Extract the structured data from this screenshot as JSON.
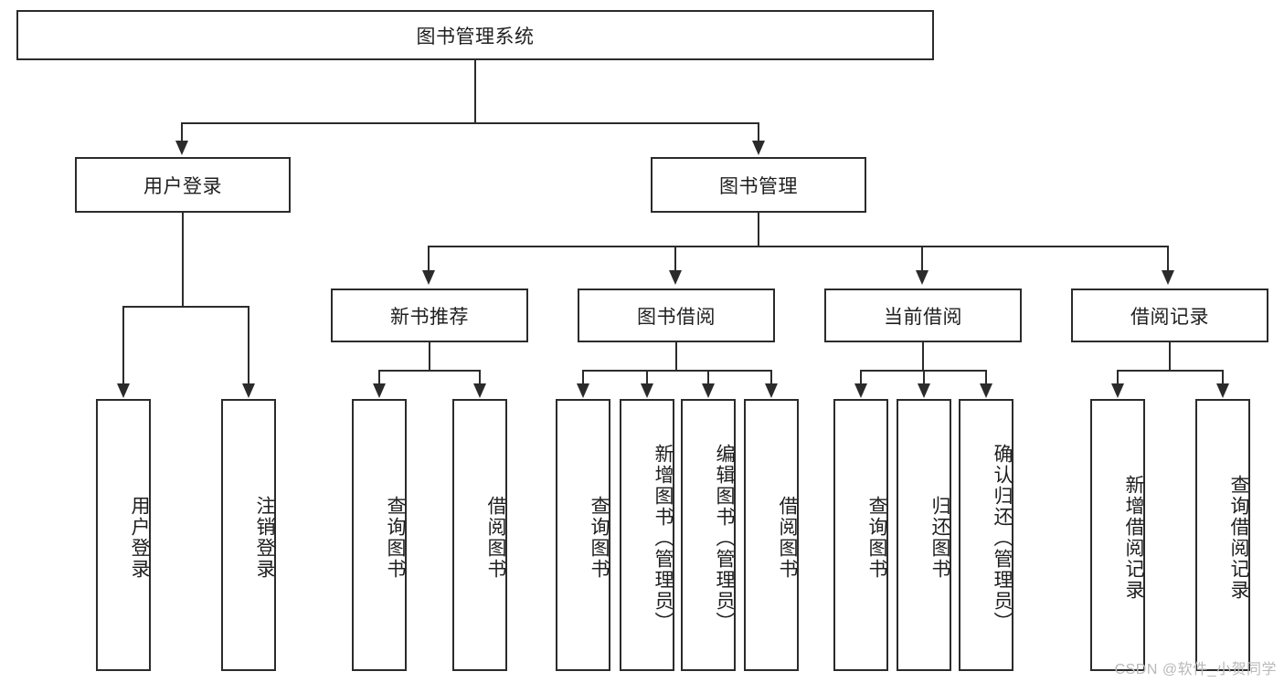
{
  "diagram": {
    "title": "图书管理系统",
    "root": {
      "label": "图书管理系统",
      "orientation": "horizontal"
    },
    "level2": [
      {
        "label": "用户登录",
        "orientation": "horizontal"
      },
      {
        "label": "图书管理",
        "orientation": "horizontal"
      }
    ],
    "level3": [
      {
        "label": "新书推荐",
        "orientation": "horizontal"
      },
      {
        "label": "图书借阅",
        "orientation": "horizontal"
      },
      {
        "label": "当前借阅",
        "orientation": "horizontal"
      },
      {
        "label": "借阅记录",
        "orientation": "horizontal"
      }
    ],
    "leaves": {
      "user_login": [
        {
          "label": "用户登录",
          "orientation": "vertical"
        },
        {
          "label": "注销登录",
          "orientation": "vertical"
        }
      ],
      "new_book_recommend": [
        {
          "label": "查询图书",
          "orientation": "vertical"
        },
        {
          "label": "借阅图书",
          "orientation": "vertical"
        }
      ],
      "book_borrow": [
        {
          "label": "查询图书",
          "orientation": "vertical"
        },
        {
          "label": "新增图书（管理员）",
          "orientation": "vertical"
        },
        {
          "label": "编辑图书（管理员）",
          "orientation": "vertical"
        },
        {
          "label": "借阅图书",
          "orientation": "vertical"
        }
      ],
      "current_borrow": [
        {
          "label": "查询图书",
          "orientation": "vertical"
        },
        {
          "label": "归还图书",
          "orientation": "vertical"
        },
        {
          "label": "确认归还（管理员）",
          "orientation": "vertical"
        }
      ],
      "borrow_record": [
        {
          "label": "新增借阅记录",
          "orientation": "vertical"
        },
        {
          "label": "查询借阅记录",
          "orientation": "vertical"
        }
      ]
    },
    "colors": {
      "stroke": "#2b2b2b",
      "text": "#1f1f1f",
      "background": "#ffffff",
      "watermark": "#b9b9b9"
    }
  },
  "watermark": {
    "text": "CSDN @软件_小贺同学"
  }
}
